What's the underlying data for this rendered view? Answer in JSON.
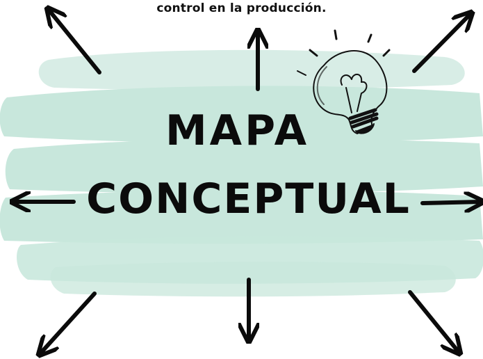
{
  "caption": {
    "text": "control en la producción."
  },
  "title": {
    "line1": "MAPA",
    "line2": "CONCEPTUAL"
  },
  "colors": {
    "brush_mint": "#bfe3d6",
    "ink": "#0b0b0b",
    "background": "#ffffff"
  },
  "icons": {
    "lightbulb": "lightbulb-icon"
  }
}
